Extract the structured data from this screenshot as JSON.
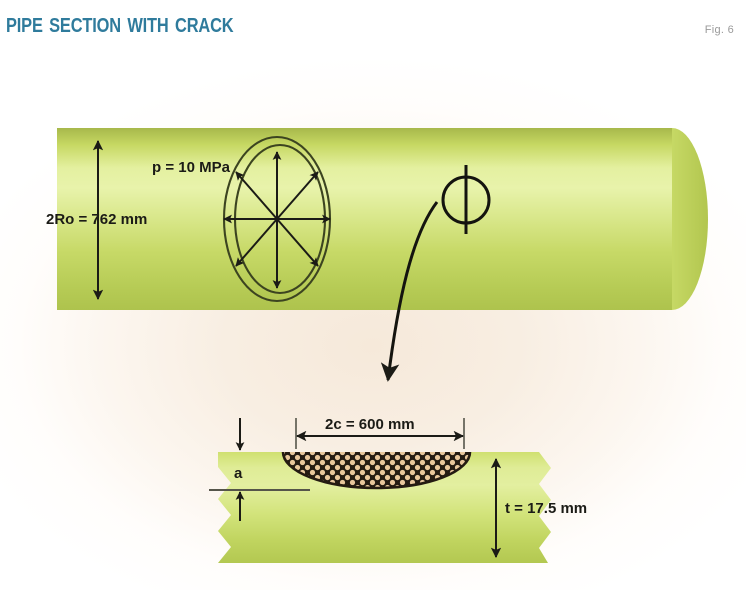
{
  "header": {
    "title": "Pipe section with crack",
    "title_color": "#2f7b9c",
    "figure_label": "Fig. 6",
    "figure_label_color": "#9a9a9a"
  },
  "diagram": {
    "background_color": "#ffffff",
    "glow_color": "#f6e9da",
    "pipe_color_light": "#e2ee8f",
    "pipe_color_mid": "#c3d55c",
    "pipe_color_dark": "#9fb042",
    "crack_fill_dark": "#2b2117",
    "crack_fill_light": "#e6c49a",
    "line_color": "#1b1b16"
  },
  "upper_view": {
    "name": "pipe-overview",
    "diameter_label": "2Ro = 762 mm",
    "pressure_label": "p = 10 MPa",
    "pressure_arrow_count": 8,
    "detail_marker": "detail-circle-marker"
  },
  "lower_view": {
    "name": "crack-detail",
    "crack_length_label": "2c = 600 mm",
    "crack_depth_label": "a",
    "wall_thickness_label": "t = 17.5 mm"
  },
  "values": {
    "outer_diameter_mm": 762,
    "pressure_mpa": 10,
    "crack_length_mm": 600,
    "wall_thickness_mm": 17.5
  }
}
